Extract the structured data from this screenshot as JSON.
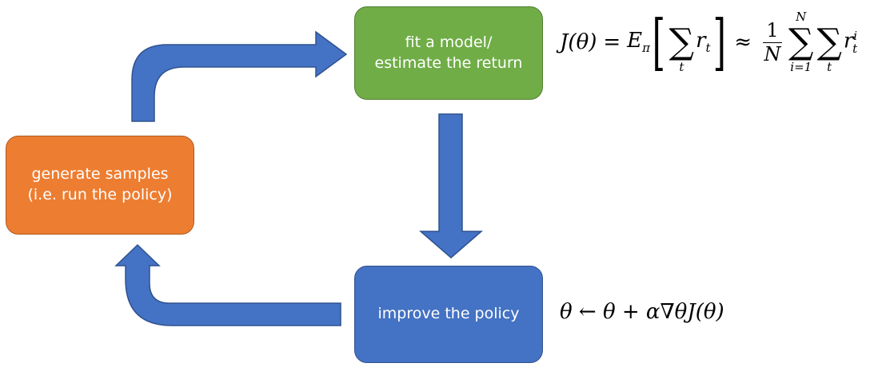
{
  "diagram": {
    "nodes": {
      "model": {
        "lines": [
          "fit a model/",
          "estimate the return"
        ],
        "color": "#70ad47"
      },
      "samples": {
        "lines": [
          "generate samples",
          "(i.e. run the policy)"
        ],
        "color": "#ed7d31"
      },
      "policy": {
        "lines": [
          "improve the policy"
        ],
        "color": "#4472c4"
      }
    },
    "edges": [
      {
        "from": "samples",
        "to": "model"
      },
      {
        "from": "model",
        "to": "policy"
      },
      {
        "from": "policy",
        "to": "samples"
      }
    ],
    "arrow_color": "#4472c4",
    "equations": {
      "return": {
        "lhs": "J(θ)",
        "eq": "=",
        "expect": "E",
        "expect_sub": "π",
        "bracket_left": "[",
        "bracket_right": "]",
        "sum_sym": "∑",
        "sum_index_t": "t",
        "reward": "r",
        "reward_sub": "t",
        "approx": "≈",
        "frac_num": "1",
        "frac_den": "N",
        "sum_lower_i": "i=1",
        "sum_upper_N": "N",
        "reward_sup_i": "i"
      },
      "update": "θ ← θ + α∇θJ(θ)"
    }
  }
}
